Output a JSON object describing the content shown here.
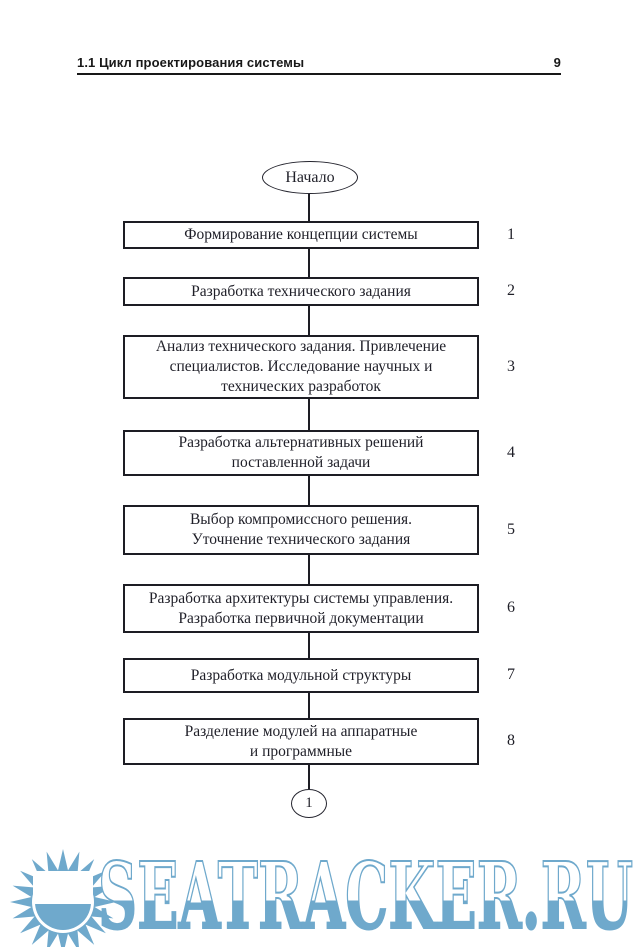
{
  "header": {
    "section_title": "1.1 Цикл проектирования системы",
    "page_number": "9"
  },
  "flowchart": {
    "start_label": "Начало",
    "offpage_connector_label": "1",
    "steps": [
      {
        "number": "1",
        "text": "Формирование концепции системы"
      },
      {
        "number": "2",
        "text": "Разработка технического задания"
      },
      {
        "number": "3",
        "text": "Анализ технического задания. Привлечение\nспециалистов. Исследование научных и\nтехнических разработок"
      },
      {
        "number": "4",
        "text": "Разработка альтернативных решений\nпоставленной задачи"
      },
      {
        "number": "5",
        "text": "Выбор компромиссного решения.\nУточнение технического задания"
      },
      {
        "number": "6",
        "text": "Разработка архитектуры системы управления.\nРазработка первичной документации"
      },
      {
        "number": "7",
        "text": "Разработка модульной структуры"
      },
      {
        "number": "8",
        "text": "Разделение модулей на аппаратные\nи программные"
      }
    ]
  },
  "watermark": {
    "text": "SEATRACKER.RU",
    "color": "#6fa9cc",
    "white": "#ffffff"
  }
}
